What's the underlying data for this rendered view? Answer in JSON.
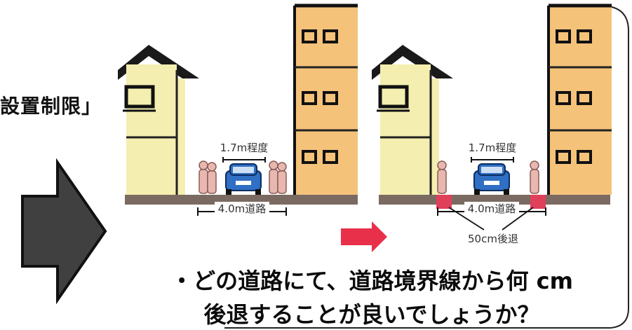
{
  "heading_fragment": "設置制限」",
  "panel_before": {
    "width_label": "1.7m程度",
    "road_label": "4.0m道路"
  },
  "panel_after": {
    "width_label": "1.7m程度",
    "road_label": "4.0m道路",
    "setback_label": "50cm後退"
  },
  "question": {
    "line1": "・どの道路にて、道路境界線から何 cm",
    "line2": "後退することが良いでしょうか？"
  },
  "colors": {
    "house": "#f4eeb0",
    "building": "#f5c27a",
    "ground": "#7b6a62",
    "car": "#2f6fc4",
    "person": "#e8b8b0",
    "setback": "#e0405a",
    "arrow_dark": "#404040",
    "arrow_red": "#e8304a"
  }
}
